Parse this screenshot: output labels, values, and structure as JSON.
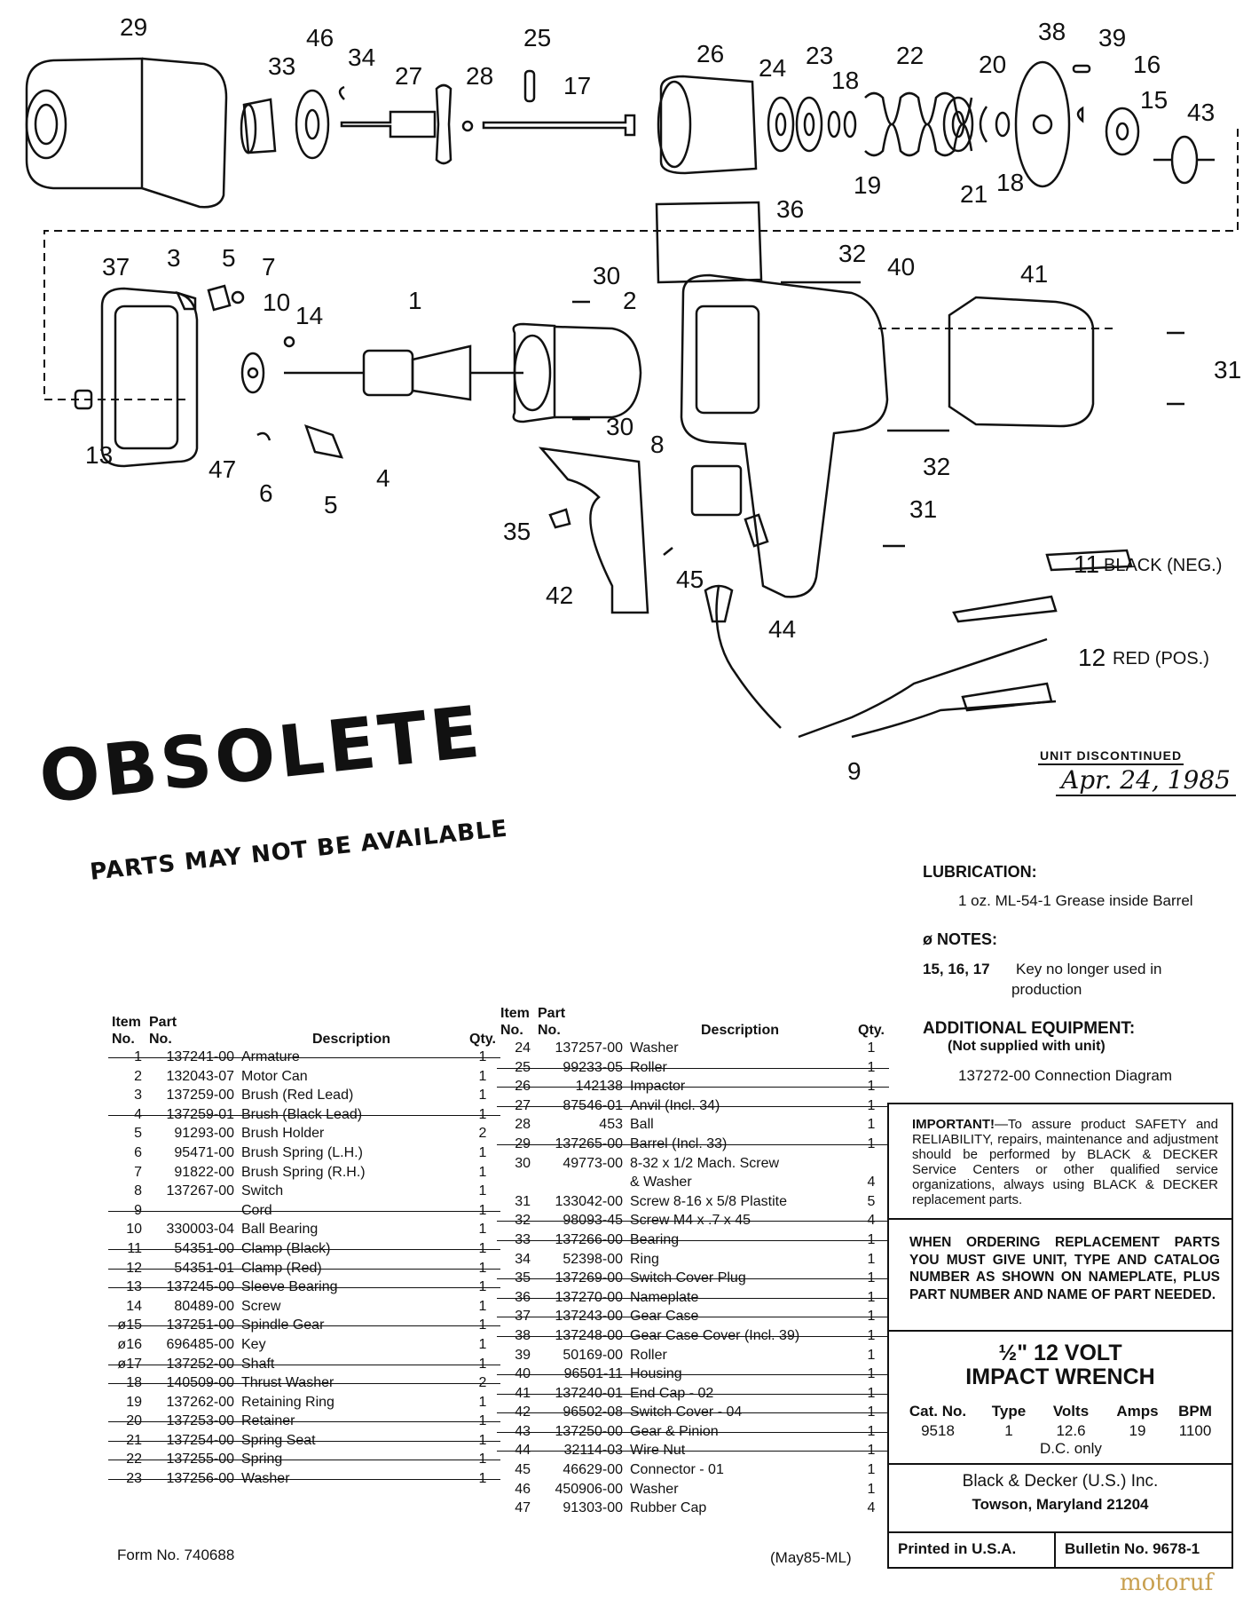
{
  "diagram": {
    "callouts": [
      {
        "n": "29"
      },
      {
        "n": "46"
      },
      {
        "n": "33"
      },
      {
        "n": "34"
      },
      {
        "n": "27"
      },
      {
        "n": "28"
      },
      {
        "n": "25"
      },
      {
        "n": "17"
      },
      {
        "n": "26"
      },
      {
        "n": "24"
      },
      {
        "n": "23"
      },
      {
        "n": "18"
      },
      {
        "n": "22"
      },
      {
        "n": "20"
      },
      {
        "n": "38"
      },
      {
        "n": "39"
      },
      {
        "n": "16"
      },
      {
        "n": "15"
      },
      {
        "n": "43"
      },
      {
        "n": "19"
      },
      {
        "n": "21"
      },
      {
        "n": "18"
      },
      {
        "n": "36"
      },
      {
        "n": "37"
      },
      {
        "n": "3"
      },
      {
        "n": "5"
      },
      {
        "n": "7"
      },
      {
        "n": "10"
      },
      {
        "n": "14"
      },
      {
        "n": "1"
      },
      {
        "n": "30"
      },
      {
        "n": "2"
      },
      {
        "n": "32"
      },
      {
        "n": "40"
      },
      {
        "n": "41"
      },
      {
        "n": "31"
      },
      {
        "n": "13"
      },
      {
        "n": "47"
      },
      {
        "n": "6"
      },
      {
        "n": "5"
      },
      {
        "n": "4"
      },
      {
        "n": "30"
      },
      {
        "n": "8"
      },
      {
        "n": "32"
      },
      {
        "n": "31"
      },
      {
        "n": "35"
      },
      {
        "n": "42"
      },
      {
        "n": "45"
      },
      {
        "n": "44"
      },
      {
        "n": "11"
      },
      {
        "n": "12"
      },
      {
        "n": "9"
      }
    ],
    "lead_labels": {
      "black": "BLACK (NEG.)",
      "red": "RED (POS.)"
    }
  },
  "stamp": {
    "title": "OBSOLETE",
    "subtitle": "PARTS MAY NOT BE AVAILABLE",
    "discontinued_label": "UNIT DISCONTINUED",
    "discontinued_date": "Apr. 24, 1985"
  },
  "lubrication": {
    "heading": "LUBRICATION:",
    "text": "1 oz. ML-54-1 Grease inside Barrel"
  },
  "notes": {
    "heading": "ø NOTES:",
    "items": "15, 16, 17",
    "text_1": "Key no longer used in",
    "text_2": "production"
  },
  "additional": {
    "heading": "ADDITIONAL EQUIPMENT:",
    "sub": "(Not supplied with unit)",
    "item": "137272-00  Connection Diagram"
  },
  "important": {
    "lead": "IMPORTANT!",
    "text": "—To assure product SAFETY and RELIABILITY, repairs, maintenance and adjustment should be performed by BLACK & DECKER Service Centers or other qualified service organizations, always using BLACK & DECKER replacement parts."
  },
  "ordering": "WHEN ORDERING REPLACEMENT PARTS YOU MUST GIVE UNIT, TYPE AND CATALOG NUMBER AS SHOWN ON NAMEPLATE, PLUS PART NUMBER AND NAME OF PART NEEDED.",
  "product": {
    "line1": "½\" 12 VOLT",
    "line2": "IMPACT WRENCH",
    "spec_headers": [
      "Cat. No.",
      "Type",
      "Volts",
      "Amps",
      "BPM"
    ],
    "spec_values": [
      "9518",
      "1",
      "12.6",
      "19",
      "1100"
    ],
    "dc": "D.C. only"
  },
  "company": {
    "name": "Black & Decker (U.S.) Inc.",
    "city": "Towson, Maryland 21204"
  },
  "printed": "Printed in U.S.A.",
  "bulletin": "Bulletin No. 9678-1",
  "form_no": "Form No. 740688",
  "date_code": "(May85-ML)",
  "watermark": "motoruf",
  "table_headers": {
    "item": "Item\nNo.",
    "part": "Part\nNo.",
    "desc": "Description",
    "qty": "Qty."
  },
  "parts_left": [
    {
      "item": "1",
      "part": "137241-00",
      "desc": "Armature",
      "qty": "1",
      "strike": true
    },
    {
      "item": "2",
      "part": "132043-07",
      "desc": "Motor Can",
      "qty": "1",
      "strike": false
    },
    {
      "item": "3",
      "part": "137259-00",
      "desc": "Brush (Red Lead)",
      "qty": "1",
      "strike": false
    },
    {
      "item": "4",
      "part": "137259-01",
      "desc": "Brush (Black Lead)",
      "qty": "1",
      "strike": true
    },
    {
      "item": "5",
      "part": "91293-00",
      "desc": "Brush Holder",
      "qty": "2",
      "strike": false
    },
    {
      "item": "6",
      "part": "95471-00",
      "desc": "Brush Spring (L.H.)",
      "qty": "1",
      "strike": false
    },
    {
      "item": "7",
      "part": "91822-00",
      "desc": "Brush Spring (R.H.)",
      "qty": "1",
      "strike": false
    },
    {
      "item": "8",
      "part": "137267-00",
      "desc": "Switch",
      "qty": "1",
      "strike": false
    },
    {
      "item": "9",
      "part": "",
      "desc": "Cord",
      "qty": "1",
      "strike": true
    },
    {
      "item": "10",
      "part": "330003-04",
      "desc": "Ball Bearing",
      "qty": "1",
      "strike": false
    },
    {
      "item": "11",
      "part": "54351-00",
      "desc": "Clamp (Black)",
      "qty": "1",
      "strike": true
    },
    {
      "item": "12",
      "part": "54351-01",
      "desc": "Clamp (Red)",
      "qty": "1",
      "strike": true
    },
    {
      "item": "13",
      "part": "137245-00",
      "desc": "Sleeve Bearing",
      "qty": "1",
      "strike": true
    },
    {
      "item": "14",
      "part": "80489-00",
      "desc": "Screw",
      "qty": "1",
      "strike": false
    },
    {
      "item": "ø15",
      "part": "137251-00",
      "desc": "Spindle Gear",
      "qty": "1",
      "strike": true
    },
    {
      "item": "ø16",
      "part": "696485-00",
      "desc": "Key",
      "qty": "1",
      "strike": false
    },
    {
      "item": "ø17",
      "part": "137252-00",
      "desc": "Shaft",
      "qty": "1",
      "strike": true
    },
    {
      "item": "18",
      "part": "140509-00",
      "desc": "Thrust Washer",
      "qty": "2",
      "strike": true
    },
    {
      "item": "19",
      "part": "137262-00",
      "desc": "Retaining Ring",
      "qty": "1",
      "strike": false
    },
    {
      "item": "20",
      "part": "137253-00",
      "desc": "Retainer",
      "qty": "1",
      "strike": true
    },
    {
      "item": "21",
      "part": "137254-00",
      "desc": "Spring Seat",
      "qty": "1",
      "strike": true
    },
    {
      "item": "22",
      "part": "137255-00",
      "desc": "Spring",
      "qty": "1",
      "strike": true
    },
    {
      "item": "23",
      "part": "137256-00",
      "desc": "Washer",
      "qty": "1",
      "strike": true
    }
  ],
  "parts_right": [
    {
      "item": "24",
      "part": "137257-00",
      "desc": "Washer",
      "qty": "1",
      "strike": false
    },
    {
      "item": "25",
      "part": "99233-05",
      "desc": "Roller",
      "qty": "1",
      "strike": true
    },
    {
      "item": "26",
      "part": "142138",
      "desc": "Impactor",
      "qty": "1",
      "strike": true
    },
    {
      "item": "27",
      "part": "87546-01",
      "desc": "Anvil (Incl. 34)",
      "qty": "1",
      "strike": true
    },
    {
      "item": "28",
      "part": "453",
      "desc": "Ball",
      "qty": "1",
      "strike": false
    },
    {
      "item": "29",
      "part": "137265-00",
      "desc": "Barrel (Incl. 33)",
      "qty": "1",
      "strike": true
    },
    {
      "item": "30",
      "part": "49773-00",
      "desc": "8-32 x 1/2 Mach. Screw",
      "qty": "",
      "strike": false
    },
    {
      "item": "",
      "part": "",
      "desc": "& Washer",
      "qty": "4",
      "strike": false
    },
    {
      "item": "31",
      "part": "133042-00",
      "desc": "Screw 8-16 x 5/8 Plastite",
      "qty": "5",
      "strike": false
    },
    {
      "item": "32",
      "part": "98093-45",
      "desc": "Screw M4 x .7 x 45",
      "qty": "4",
      "strike": true
    },
    {
      "item": "33",
      "part": "137266-00",
      "desc": "Bearing",
      "qty": "1",
      "strike": true
    },
    {
      "item": "34",
      "part": "52398-00",
      "desc": "Ring",
      "qty": "1",
      "strike": false
    },
    {
      "item": "35",
      "part": "137269-00",
      "desc": "Switch Cover Plug",
      "qty": "1",
      "strike": true
    },
    {
      "item": "36",
      "part": "137270-00",
      "desc": "Nameplate",
      "qty": "1",
      "strike": true
    },
    {
      "item": "37",
      "part": "137243-00",
      "desc": "Gear Case",
      "qty": "1",
      "strike": true
    },
    {
      "item": "38",
      "part": "137248-00",
      "desc": "Gear Case Cover (Incl. 39)",
      "qty": "1",
      "strike": true
    },
    {
      "item": "39",
      "part": "50169-00",
      "desc": "Roller",
      "qty": "1",
      "strike": false
    },
    {
      "item": "40",
      "part": "96501-11",
      "desc": "Housing",
      "qty": "1",
      "strike": true
    },
    {
      "item": "41",
      "part": "137240-01",
      "desc": "End Cap - 02",
      "qty": "1",
      "strike": true
    },
    {
      "item": "42",
      "part": "96502-08",
      "desc": "Switch Cover - 04",
      "qty": "1",
      "strike": true
    },
    {
      "item": "43",
      "part": "137250-00",
      "desc": "Gear & Pinion",
      "qty": "1",
      "strike": true
    },
    {
      "item": "44",
      "part": "32114-03",
      "desc": "Wire Nut",
      "qty": "1",
      "strike": true
    },
    {
      "item": "45",
      "part": "46629-00",
      "desc": "Connector - 01",
      "qty": "1",
      "strike": false
    },
    {
      "item": "46",
      "part": "450906-00",
      "desc": "Washer",
      "qty": "1",
      "strike": false
    },
    {
      "item": "47",
      "part": "91303-00",
      "desc": "Rubber Cap",
      "qty": "4",
      "strike": false
    }
  ]
}
